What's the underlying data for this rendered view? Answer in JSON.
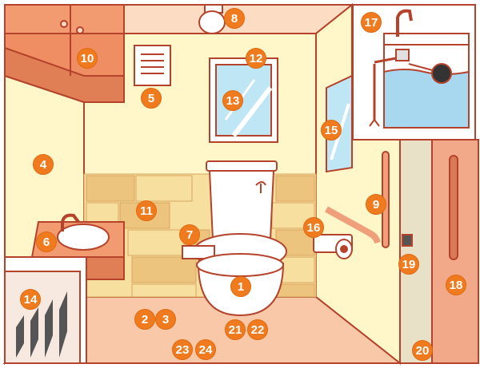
{
  "colors": {
    "outline": "#B5432C",
    "ceiling": "#FDDCC4",
    "wall": "#FFF7C9",
    "floor": "#F9C8A8",
    "cabinet": "#F29A70",
    "tile_light": "#F7DFA0",
    "tile_dark": "#EDC47E",
    "toilet": "#FFFFFF",
    "glass": "#BFE6F4",
    "water": "#A8D8F0",
    "rail": "#EFA07A",
    "door": "#F2A98A",
    "badge": "#F07A1E"
  },
  "labels": [
    {
      "id": "toilet-bowl",
      "text": "1"
    },
    {
      "id": "floor-a",
      "text": "2"
    },
    {
      "id": "floor-b",
      "text": "3"
    },
    {
      "id": "left-wall",
      "text": "4"
    },
    {
      "id": "ventilation-fan",
      "text": "5"
    },
    {
      "id": "sink-faucet",
      "text": "6"
    },
    {
      "id": "toilet-seat",
      "text": "7"
    },
    {
      "id": "ceiling-light",
      "text": "8"
    },
    {
      "id": "grab-bar-vertical",
      "text": "9"
    },
    {
      "id": "upper-cabinet",
      "text": "10"
    },
    {
      "id": "wall-tiles",
      "text": "11"
    },
    {
      "id": "mirror-frame",
      "text": "12"
    },
    {
      "id": "mirror-glass",
      "text": "13"
    },
    {
      "id": "vanity-cabinet",
      "text": "14"
    },
    {
      "id": "window",
      "text": "15"
    },
    {
      "id": "grab-bar-horizontal",
      "text": "16"
    },
    {
      "id": "tank-inset",
      "text": "17"
    },
    {
      "id": "door",
      "text": "18"
    },
    {
      "id": "door-switch",
      "text": "19"
    },
    {
      "id": "door-frame",
      "text": "20"
    },
    {
      "id": "floor-c",
      "text": "21"
    },
    {
      "id": "floor-d",
      "text": "22"
    },
    {
      "id": "floor-e",
      "text": "23"
    },
    {
      "id": "floor-f",
      "text": "24"
    }
  ]
}
